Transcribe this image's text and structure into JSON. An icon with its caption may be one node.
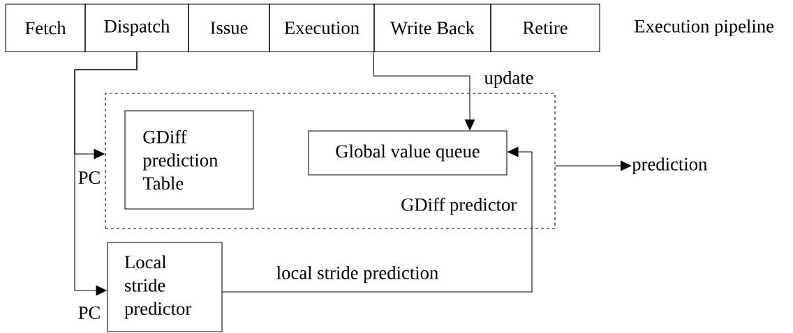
{
  "diagram": {
    "nodes": [
      {
        "text": [
          "Fetch"
        ]
      },
      {
        "text": [
          "Dispatch"
        ]
      },
      {
        "text": [
          "Issue"
        ]
      },
      {
        "text": [
          "Execution"
        ]
      },
      {
        "text": [
          "Write Back"
        ]
      },
      {
        "text": [
          "Retire"
        ]
      },
      {
        "text": [
          "GDiff predictor"
        ]
      },
      {
        "text": [
          "GDiff prediction Table"
        ],
        "in": 6
      },
      {
        "text": [
          "Global value queue"
        ],
        "in": 6
      },
      {
        "text": [
          "Local stride predictor"
        ]
      },
      {
        "text": [
          "prediction"
        ]
      }
    ],
    "edges": [
      {
        "from": 1,
        "to": 6,
        "arrow": "to",
        "label": "PC"
      },
      {
        "from": 1,
        "to": 9,
        "arrow": "to",
        "label": "PC"
      },
      {
        "from": 4,
        "to": 8,
        "arrow": "to",
        "label": "update"
      },
      {
        "from": 9,
        "to": 8,
        "arrow": "to",
        "label": "local stride prediction"
      },
      {
        "from": 6,
        "to": 10,
        "arrow": "to"
      }
    ],
    "labels": [
      "Execution pipeline"
    ]
  }
}
